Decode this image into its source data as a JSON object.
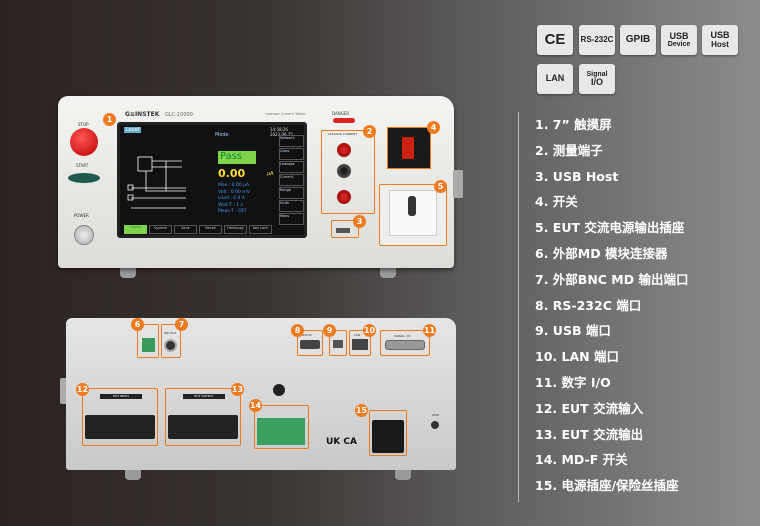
{
  "badges": [
    {
      "label": "CE"
    },
    {
      "label": "RS-232C"
    },
    {
      "label": "GPIB"
    },
    {
      "label": "USB",
      "sub": "Device"
    },
    {
      "label": "USB",
      "sub": "Host"
    },
    {
      "label": "LAN"
    },
    {
      "label": "Signal",
      "sub": "I/O"
    }
  ],
  "features": [
    "1. 7” 触摸屏",
    "2. 测量端子",
    "3. USB Host",
    "4. 开关",
    "5. EUT 交流电源输出插座",
    "6. 外部MD 模块连接器",
    "7. 外部BNC MD 输出端口",
    "8. RS-232C 端口",
    "9. USB 端口",
    "10. LAN 端口",
    "11. 数字 I/O",
    "12. EUT 交流输入",
    "13. EUT 交流输出",
    "14. MD-F 开关",
    "15. 电源插座/保险丝插座"
  ],
  "front": {
    "brand": "G≡INSTEK",
    "model": "GLC-10000",
    "subtitle": "Leakage Current Tester",
    "stop": "STOP",
    "start": "START",
    "power": "POWER",
    "danger": "DANGER",
    "leakage": "LEAKAGE CURRENT",
    "screen": {
      "tab": "Level",
      "mode": "Mode",
      "result": "Pass",
      "reading": "0.00",
      "unit": "µA",
      "rows": [
        "Max  : 0.00  µA",
        "Volt : 0.00  mV",
        "Load : 0.0   A",
        "Wait-T : 1 s",
        "Meas-T : OFF"
      ],
      "side": [
        "Network",
        "Class",
        "Leakage",
        "Current",
        "Range",
        "Units",
        "Meas"
      ],
      "bottom": [
        "Home",
        "System",
        "Save",
        "Recall",
        "Hardcopy",
        "Key Lock"
      ],
      "time": "14:58:26 2023.06.25"
    }
  },
  "rear": {
    "eut_input": "EUT INPUT",
    "eut_output": "EUT OUTPUT",
    "signal_io": "SIGNAL I/O",
    "md_out": "MD OUT",
    "lan": "LAN",
    "rs232": "RS232",
    "gnd": "GND",
    "ukca": "UK CA"
  },
  "colors": {
    "accent": "#f07a1e",
    "screen_green": "#7fd34a"
  }
}
